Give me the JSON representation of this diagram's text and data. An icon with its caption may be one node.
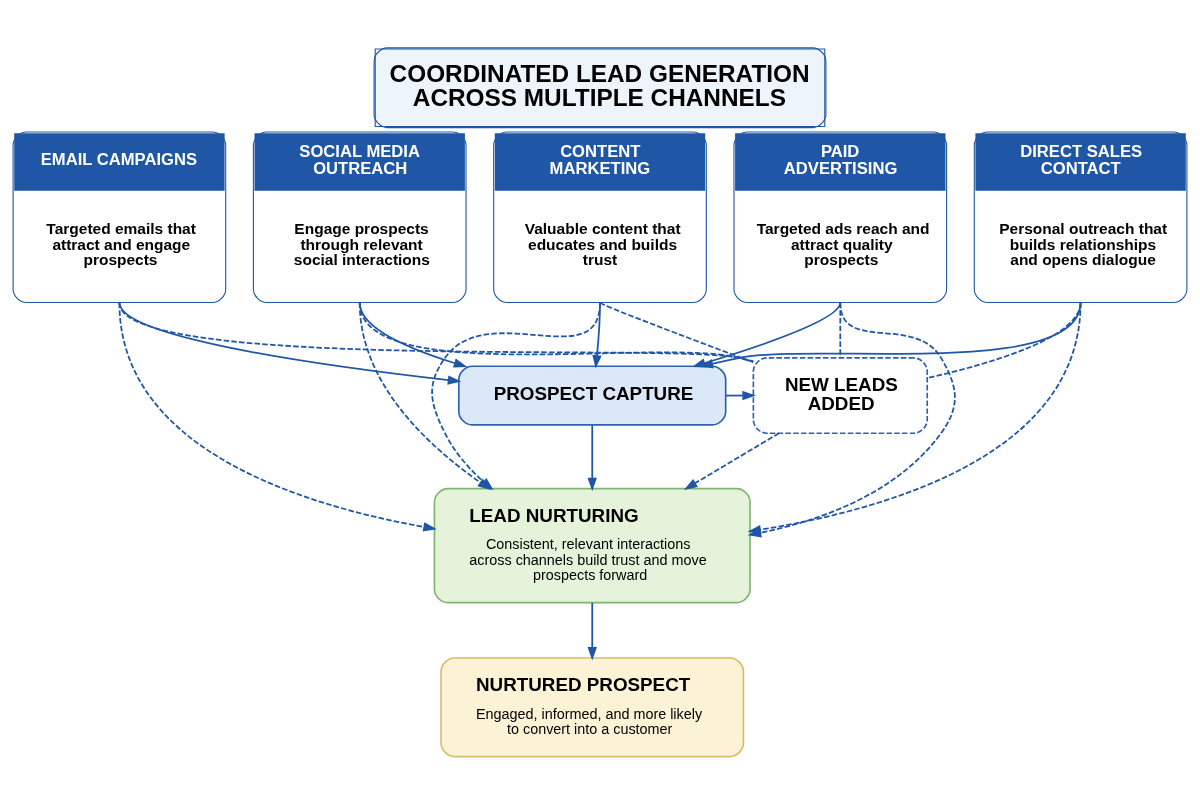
{
  "diagram": {
    "title": "COORDINATED LEAD GENERATION ACROSS MULTIPLE CHANNELS",
    "nodes": [
      {
        "text": [
          "EMAIL CAMPAIGNS",
          "Targeted emails that attract and engage prospects"
        ]
      },
      {
        "text": [
          "SOCIAL MEDIA OUTREACH",
          "Engage prospects through relevant social interactions"
        ]
      },
      {
        "text": [
          "CONTENT MARKETING",
          "Valuable content that educates and builds trust"
        ]
      },
      {
        "text": [
          "PAID ADVERTISING",
          "Targeted ads reach and attract quality prospects"
        ]
      },
      {
        "text": [
          "DIRECT SALES CONTACT",
          "Personal outreach that builds relationships and opens dialogue"
        ]
      },
      {
        "text": [
          "PROSPECT CAPTURE"
        ]
      },
      {
        "text": [
          "NEW LEADS ADDED"
        ]
      },
      {
        "text": [
          "LEAD NURTURING",
          "Consistent, relevant interactions across channels build trust and move prospects forward"
        ]
      },
      {
        "text": [
          "NURTURED PROSPECT",
          "Engaged, informed, and more likely to convert into a customer"
        ]
      }
    ],
    "edges": [
      {
        "from": 0,
        "to": 5,
        "arrow": "to"
      },
      {
        "from": 1,
        "to": 5,
        "arrow": "to"
      },
      {
        "from": 2,
        "to": 5,
        "arrow": "to"
      },
      {
        "from": 3,
        "to": 5,
        "arrow": "to"
      },
      {
        "from": 4,
        "to": 5,
        "arrow": "to"
      },
      {
        "from": 0,
        "to": 7,
        "arrow": "to",
        "style": "dashed"
      },
      {
        "from": 1,
        "to": 7,
        "arrow": "to",
        "style": "dashed"
      },
      {
        "from": 2,
        "to": 7,
        "arrow": "to",
        "style": "dashed"
      },
      {
        "from": 3,
        "to": 7,
        "arrow": "to",
        "style": "dashed"
      },
      {
        "from": 4,
        "to": 7,
        "arrow": "to",
        "style": "dashed"
      },
      {
        "from": 0,
        "to": 6,
        "arrow": "none",
        "style": "dashed"
      },
      {
        "from": 1,
        "to": 6,
        "arrow": "none",
        "style": "dashed"
      },
      {
        "from": 2,
        "to": 6,
        "arrow": "none",
        "style": "dashed"
      },
      {
        "from": 3,
        "to": 6,
        "arrow": "none",
        "style": "dashed"
      },
      {
        "from": 4,
        "to": 6,
        "arrow": "none",
        "style": "dashed"
      },
      {
        "from": 5,
        "to": 6,
        "arrow": "to"
      },
      {
        "from": 5,
        "to": 7,
        "arrow": "to"
      },
      {
        "from": 6,
        "to": 7,
        "arrow": "to",
        "style": "dashed"
      },
      {
        "from": 7,
        "to": 8,
        "arrow": "to"
      }
    ]
  }
}
